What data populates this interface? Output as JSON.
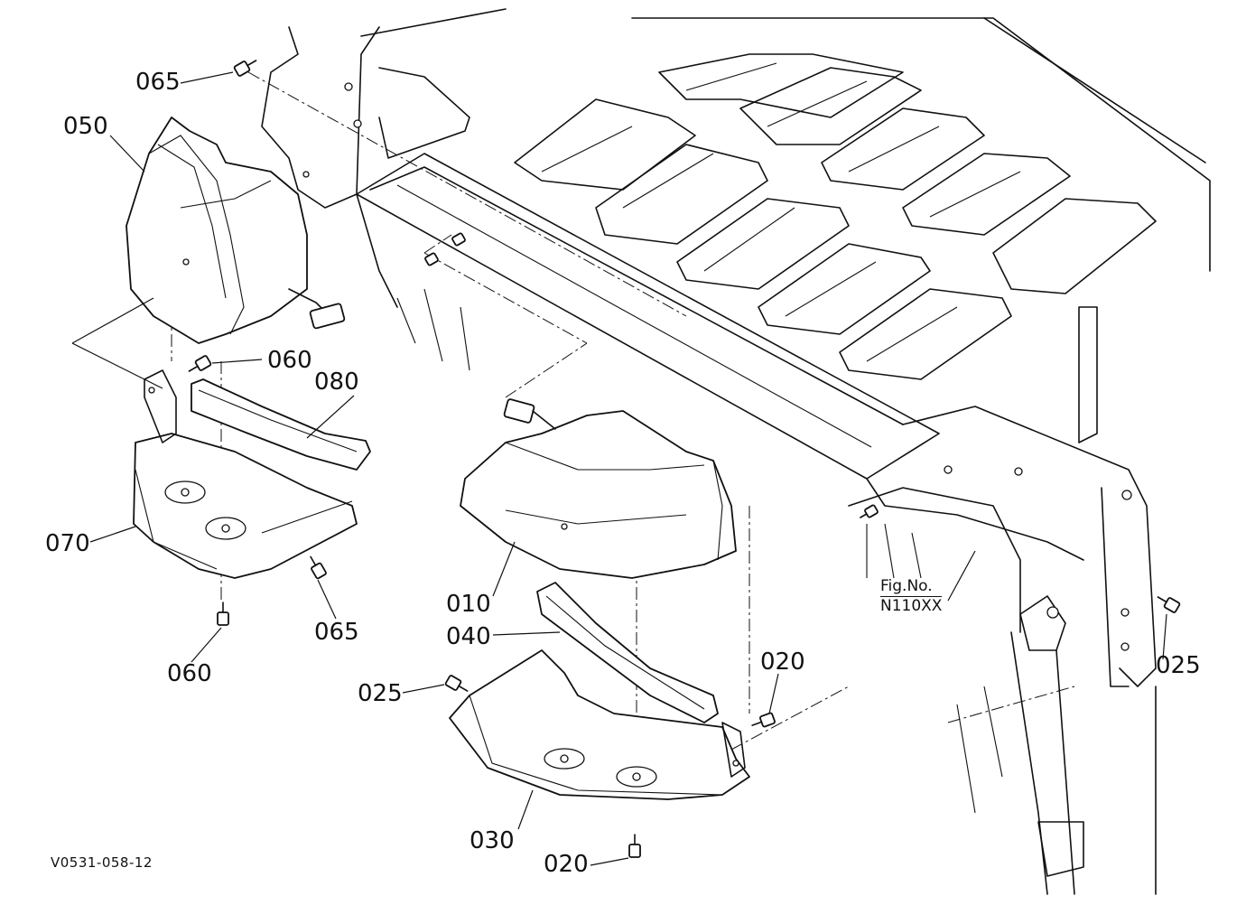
{
  "callouts": {
    "c065_top": "065",
    "c050": "050",
    "c060_mid": "060",
    "c080": "080",
    "c070": "070",
    "c065_bottom": "065",
    "c060_bottom": "060",
    "c010": "010",
    "c040": "040",
    "c025_left": "025",
    "c020_right": "020",
    "c025_right": "025",
    "c030": "030",
    "c020_bottom": "020"
  },
  "fig_reference": {
    "prefix": "Fig.No.",
    "number": "N110XX"
  },
  "drawing_code": "V0531-058-12"
}
